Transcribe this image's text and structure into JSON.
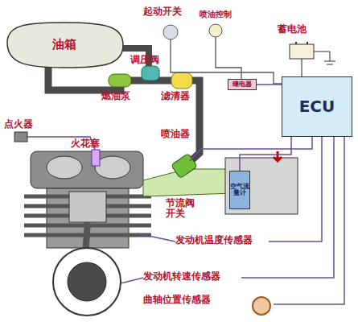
{
  "diagram": {
    "nodes": [
      {
        "text": [
          "油箱"
        ]
      },
      {
        "text": [
          "继电器"
        ]
      },
      {
        "text": [
          "ECU"
        ]
      },
      {
        "text": [
          "空气流量计"
        ]
      }
    ],
    "edges": [
      {
        "from": 1,
        "to": 2,
        "arrow": "none"
      },
      {
        "from": 3,
        "to": 2,
        "arrow": "none"
      }
    ],
    "labels": [
      "起动开关",
      "喷油控制",
      "蓄电池",
      "调压阀",
      "燃油泵",
      "滤清器",
      "点火器",
      "火花塞",
      "喷油器",
      "节流阀开关",
      "发动机温度传感器",
      "发动机转速传感器",
      "曲轴位置传感器"
    ]
  }
}
